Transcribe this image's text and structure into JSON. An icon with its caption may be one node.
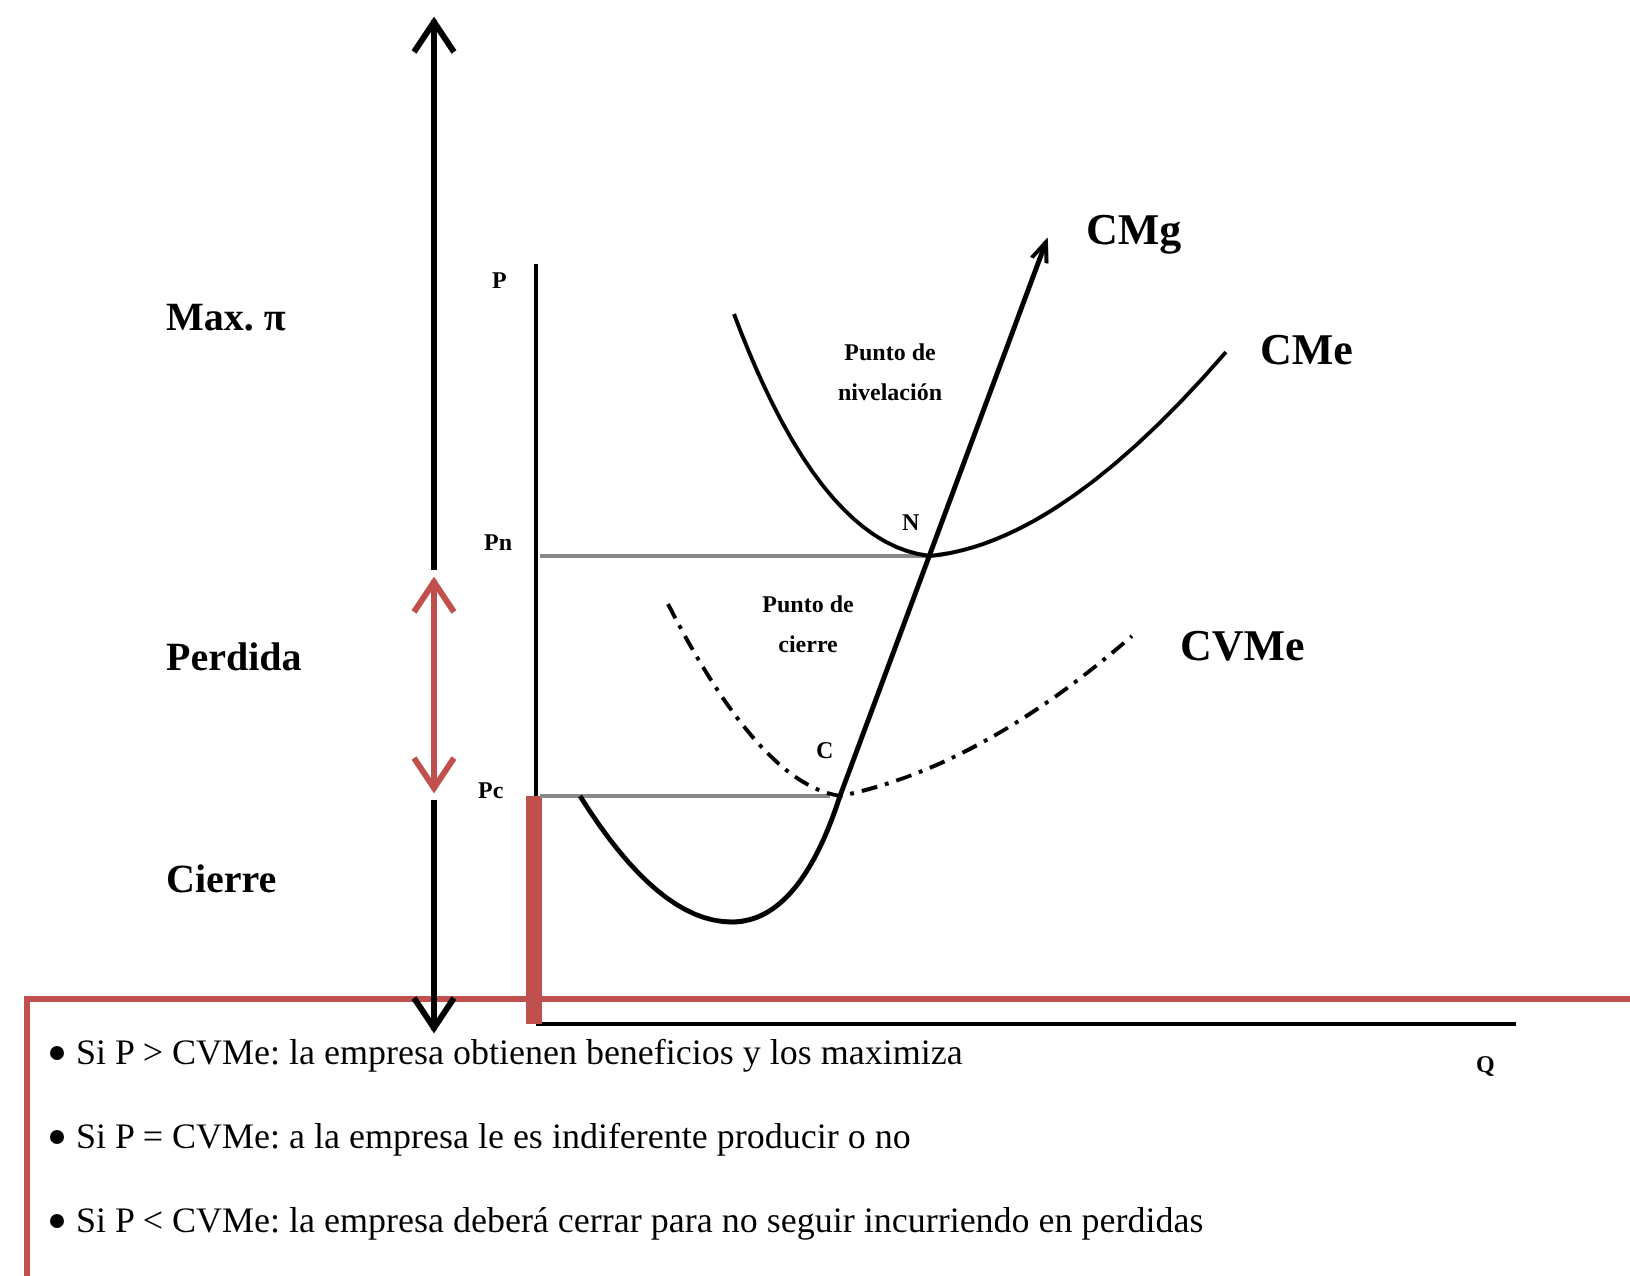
{
  "diagram": {
    "nodes": [
      {
        "text": [
          "Si P > CVMe: la empresa obtienen beneficios y los maximiza",
          "Si P = CVMe: a la empresa le es indiferente producir o no",
          "Si P < CVMe: la empresa deberá cerrar para no seguir incurriendo en perdidas"
        ]
      }
    ],
    "labels": [
      "CMg",
      "Max. π",
      "P",
      "Punto de nivelación",
      "CMe",
      "N",
      "Pn",
      "Punto de cierre",
      "Perdida",
      "CVMe",
      "C",
      "Pc",
      "Cierre",
      "Q"
    ]
  }
}
